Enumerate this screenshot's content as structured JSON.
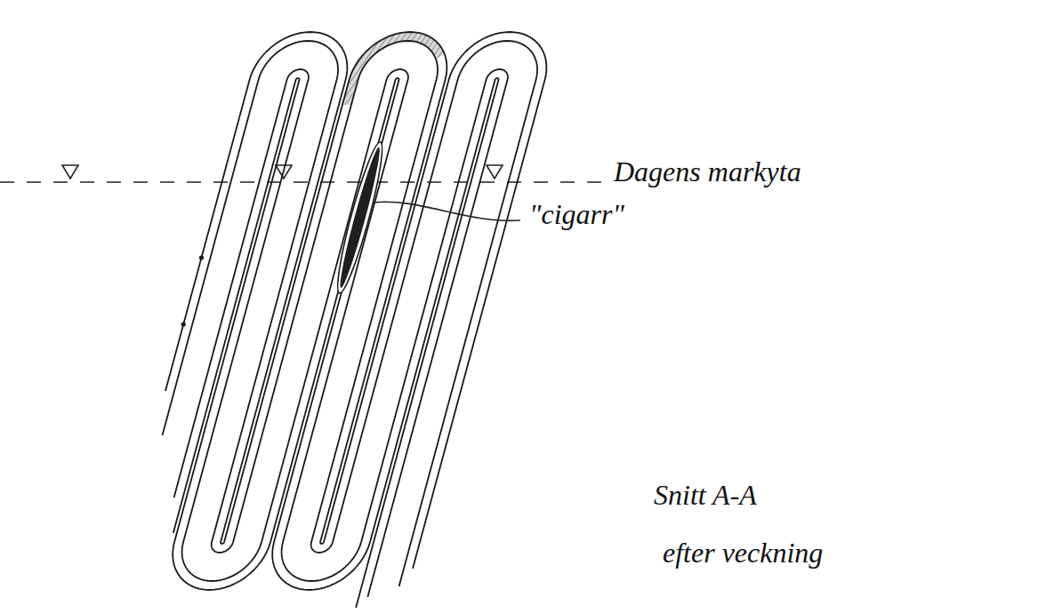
{
  "diagram": {
    "labels": [
      "Dagens markyta",
      "\"cigarr\"",
      "Snitt A-A",
      "efter veckning"
    ]
  }
}
